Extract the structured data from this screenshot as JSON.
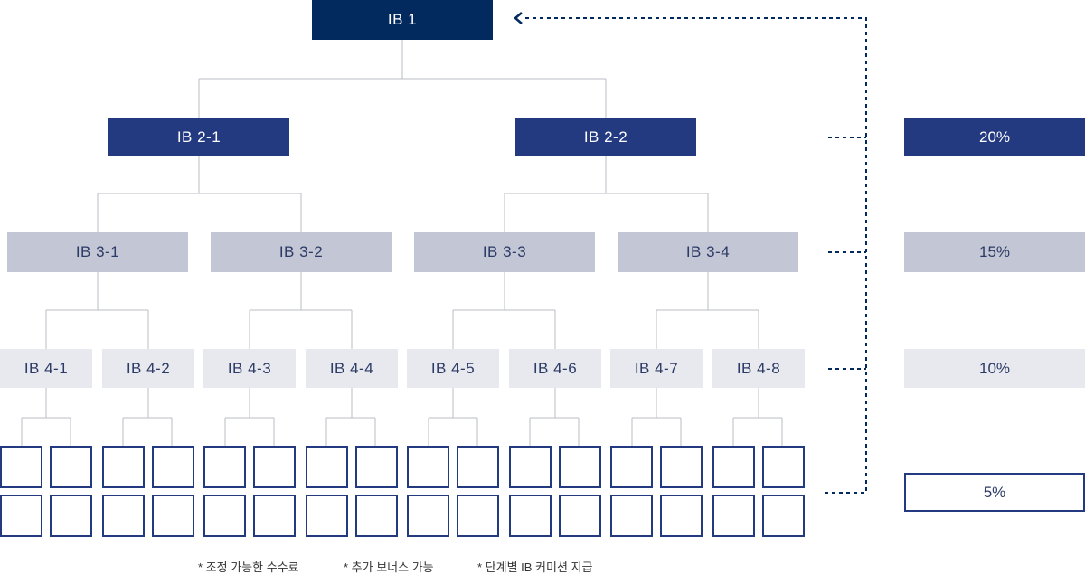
{
  "ib1": "IB 1",
  "ib2": [
    "IB 2-1",
    "IB 2-2"
  ],
  "ib3": [
    "IB 3-1",
    "IB 3-2",
    "IB 3-3",
    "IB 3-4"
  ],
  "ib4": [
    "IB 4-1",
    "IB 4-2",
    "IB 4-3",
    "IB 4-4",
    "IB 4-5",
    "IB 4-6",
    "IB 4-7",
    "IB 4-8"
  ],
  "rates": [
    "20%",
    "15%",
    "10%",
    "5%"
  ],
  "notes": [
    "* 조정 가능한 수수료",
    "* 추가 보너스 가능",
    "* 단계별 IB 커미션 지급"
  ]
}
